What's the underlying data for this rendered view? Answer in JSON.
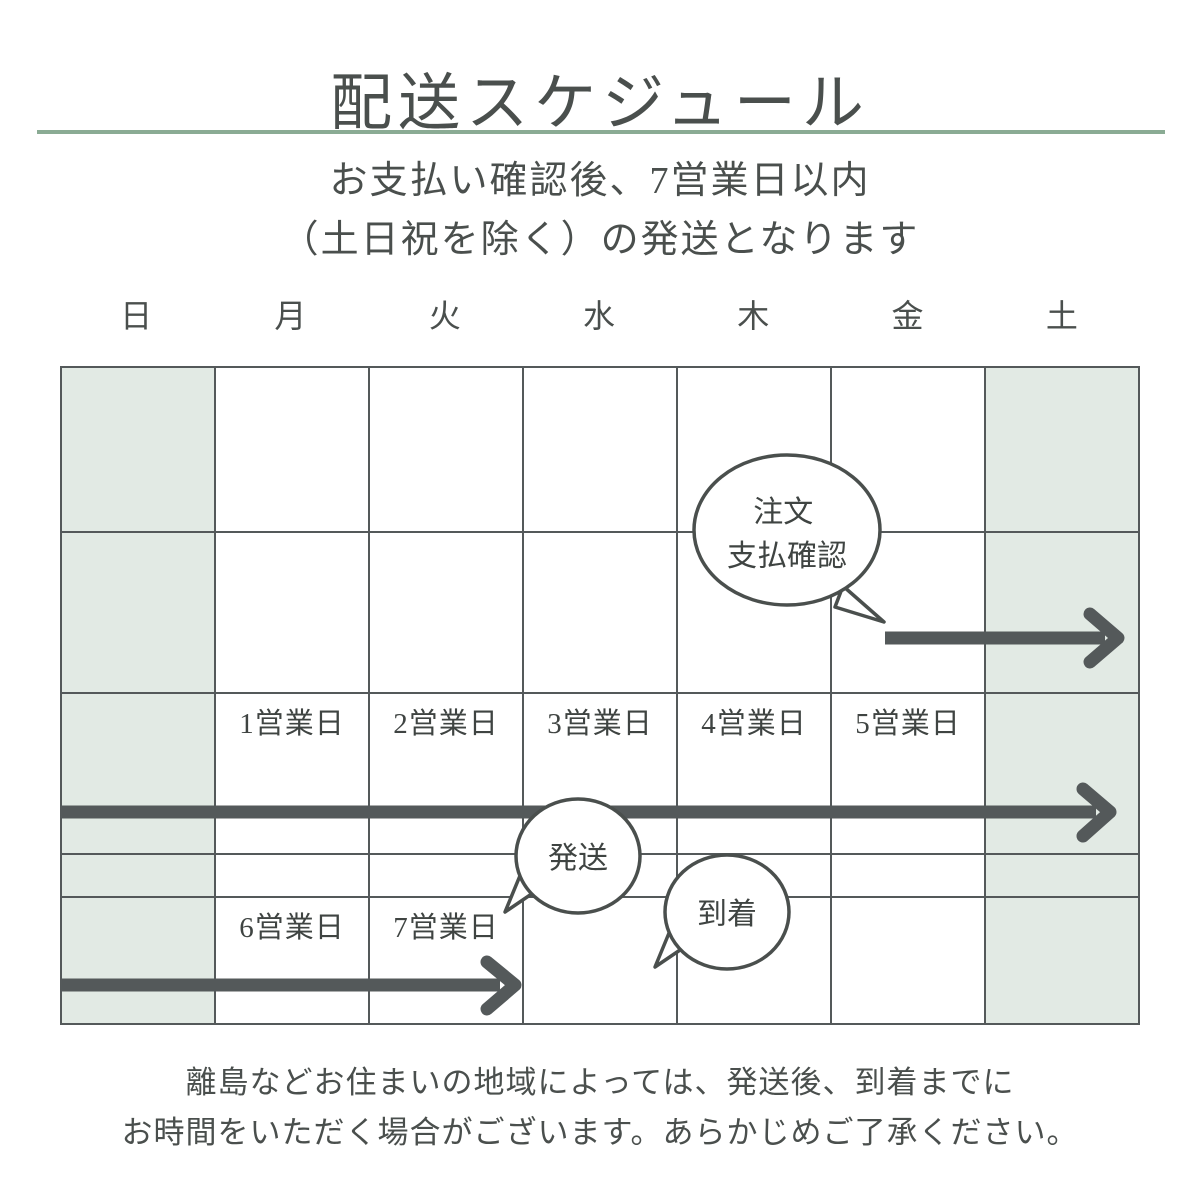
{
  "header": {
    "title": "配送スケジュール",
    "rule_color": "#8aab94",
    "subtitle_line1": "お支払い確認後、7営業日以内",
    "subtitle_line2": "（土日祝を除く）の発送となります"
  },
  "calendar": {
    "weekdays": [
      "日",
      "月",
      "火",
      "水",
      "木",
      "金",
      "土"
    ],
    "weekend_fill": "#e2eae4",
    "grid_line_color": "#54595a",
    "rows": [
      {
        "cells": [
          "",
          "",
          "",
          "",
          "",
          "",
          ""
        ]
      },
      {
        "cells": [
          "",
          "",
          "",
          "",
          "",
          "",
          ""
        ]
      },
      {
        "cells": [
          "",
          "1営業日",
          "2営業日",
          "3営業日",
          "4営業日",
          "5営業日",
          ""
        ]
      },
      {
        "cells": [
          "",
          "",
          "",
          "",
          "",
          "",
          ""
        ]
      },
      {
        "cells": [
          "",
          "6営業日",
          "7営業日",
          "",
          "",
          "",
          ""
        ]
      }
    ]
  },
  "annotations": {
    "bubbles": [
      {
        "name": "order-payment",
        "lines": [
          "注文",
          "支払確認"
        ]
      },
      {
        "name": "shipping",
        "lines": [
          "発送"
        ]
      },
      {
        "name": "arrival",
        "lines": [
          "到着"
        ]
      }
    ],
    "arrow_color": "#54595a",
    "arrows": [
      {
        "name": "week1-arrow"
      },
      {
        "name": "week2-arrow"
      },
      {
        "name": "week3-arrow"
      }
    ]
  },
  "footer": {
    "line1": "離島などお住まいの地域によっては、発送後、到着までに",
    "line2": "お時間をいただく場合がございます。あらかじめご了承ください。"
  }
}
